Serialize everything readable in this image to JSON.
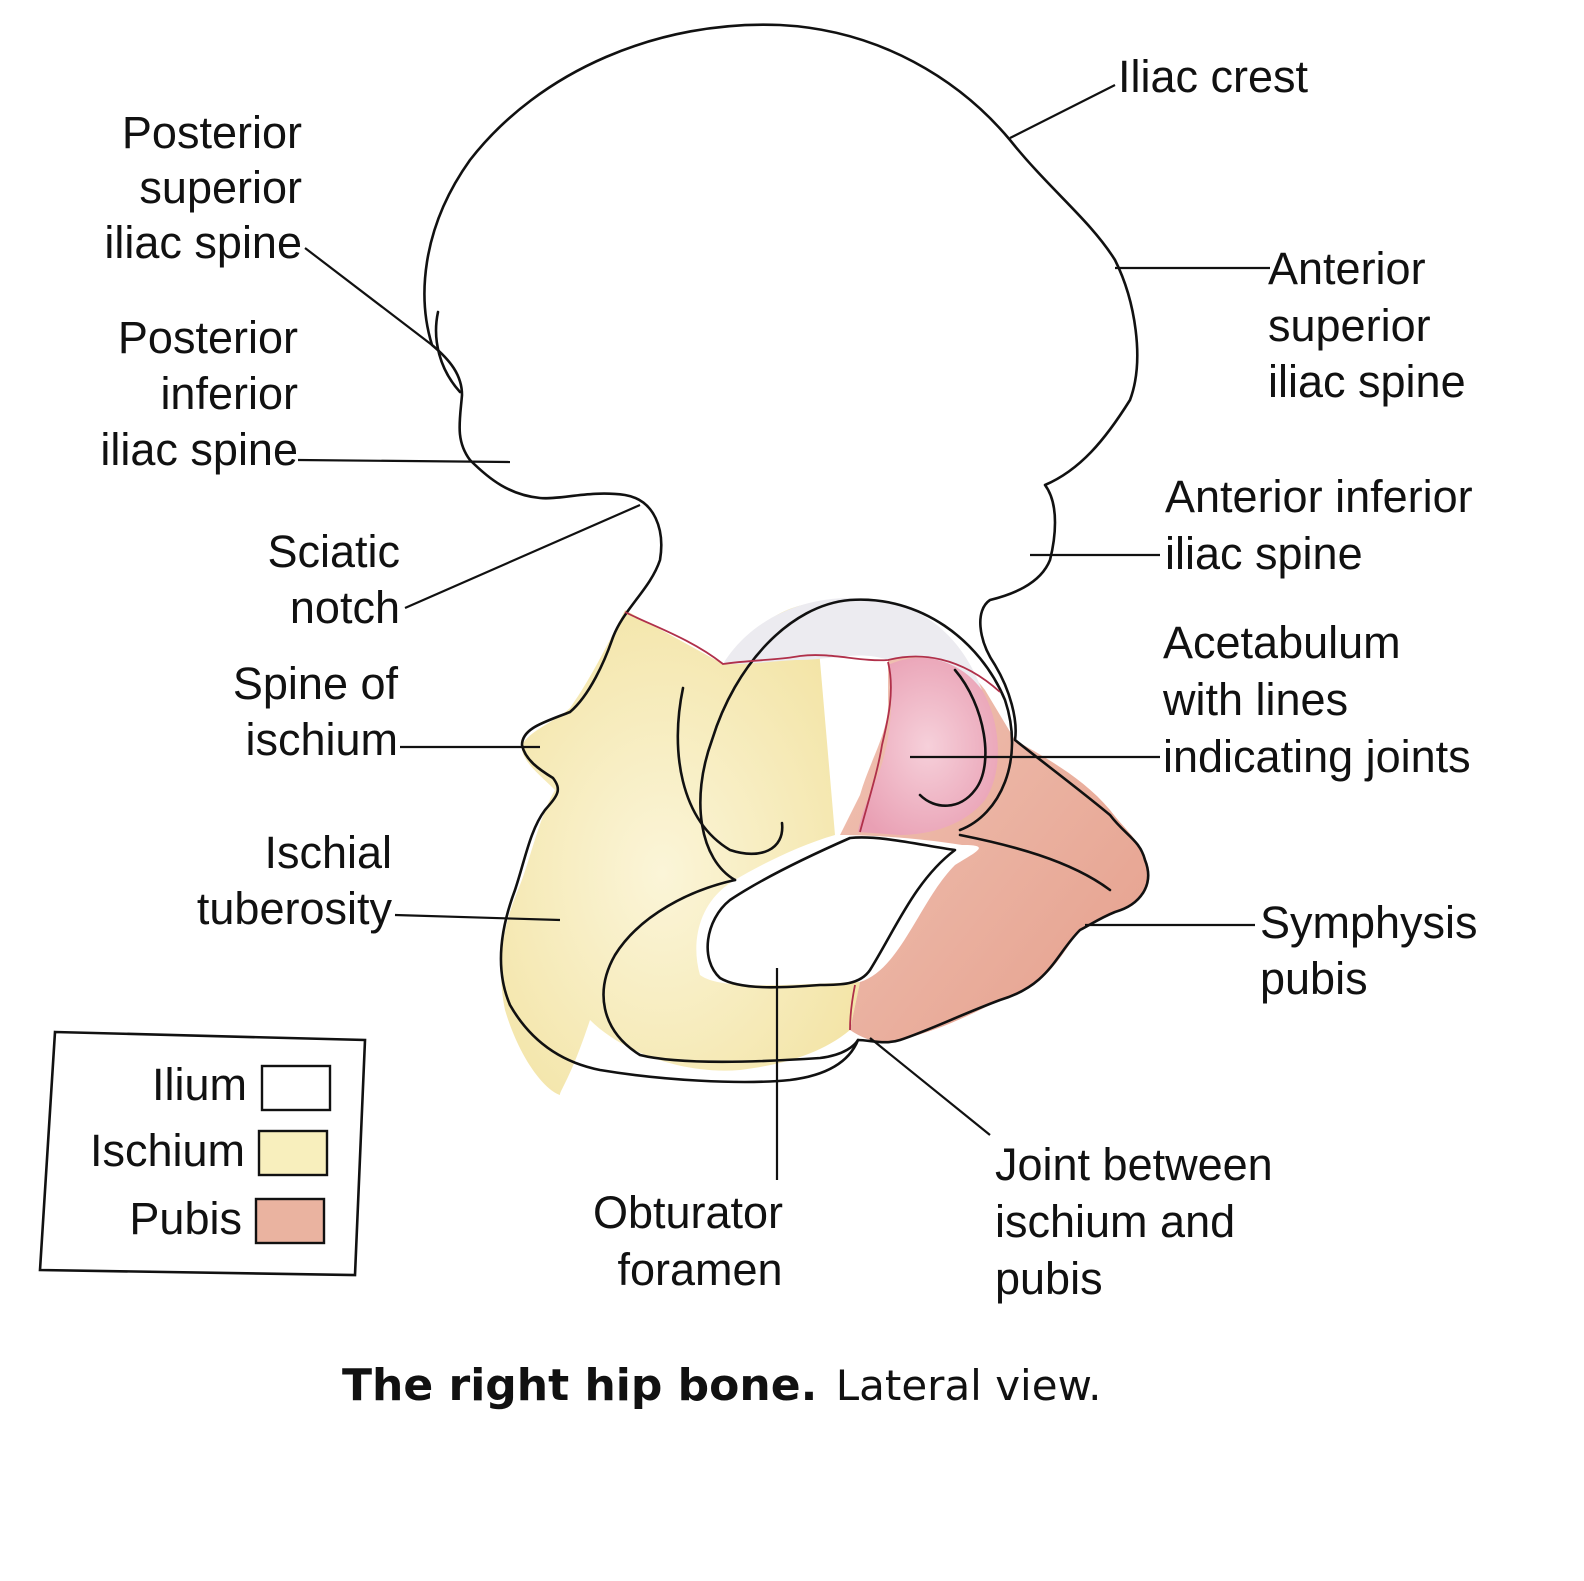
{
  "caption": {
    "bold": "The right hip bone.",
    "regular": "Lateral view."
  },
  "labels": {
    "iliac_crest": "Iliac crest",
    "psis": [
      "Posterior",
      "superior",
      "iliac spine"
    ],
    "piis": [
      "Posterior",
      "inferior",
      "iliac spine"
    ],
    "sciatic_notch": [
      "Sciatic",
      "notch"
    ],
    "spine_ischium": [
      "Spine of",
      "ischium"
    ],
    "ischial_tuberosity": [
      "Ischial",
      "tuberosity"
    ],
    "asis": [
      "Anterior",
      "superior",
      "iliac spine"
    ],
    "aiis": [
      "Anterior inferior",
      "iliac spine"
    ],
    "acetabulum": [
      "Acetabulum",
      "with lines",
      "indicating joints"
    ],
    "symphysis": [
      "Symphysis",
      "pubis"
    ],
    "obturator": [
      "Obturator",
      "foramen"
    ],
    "joint_isch_pubis": [
      "Joint between",
      "ischium and",
      "pubis"
    ]
  },
  "legend": [
    {
      "name": "Ilium",
      "color": "#ffffff"
    },
    {
      "name": "Ischium",
      "color": "#f8efbd"
    },
    {
      "name": "Pubis",
      "color": "#eab3a0"
    }
  ],
  "colors": {
    "ilium": "#fbf9fc",
    "ischium": "#f8f0c4",
    "pubis": "#ecb6a6",
    "acetabulum_pink": "#f2b9c8",
    "suture": "#b0304a"
  }
}
